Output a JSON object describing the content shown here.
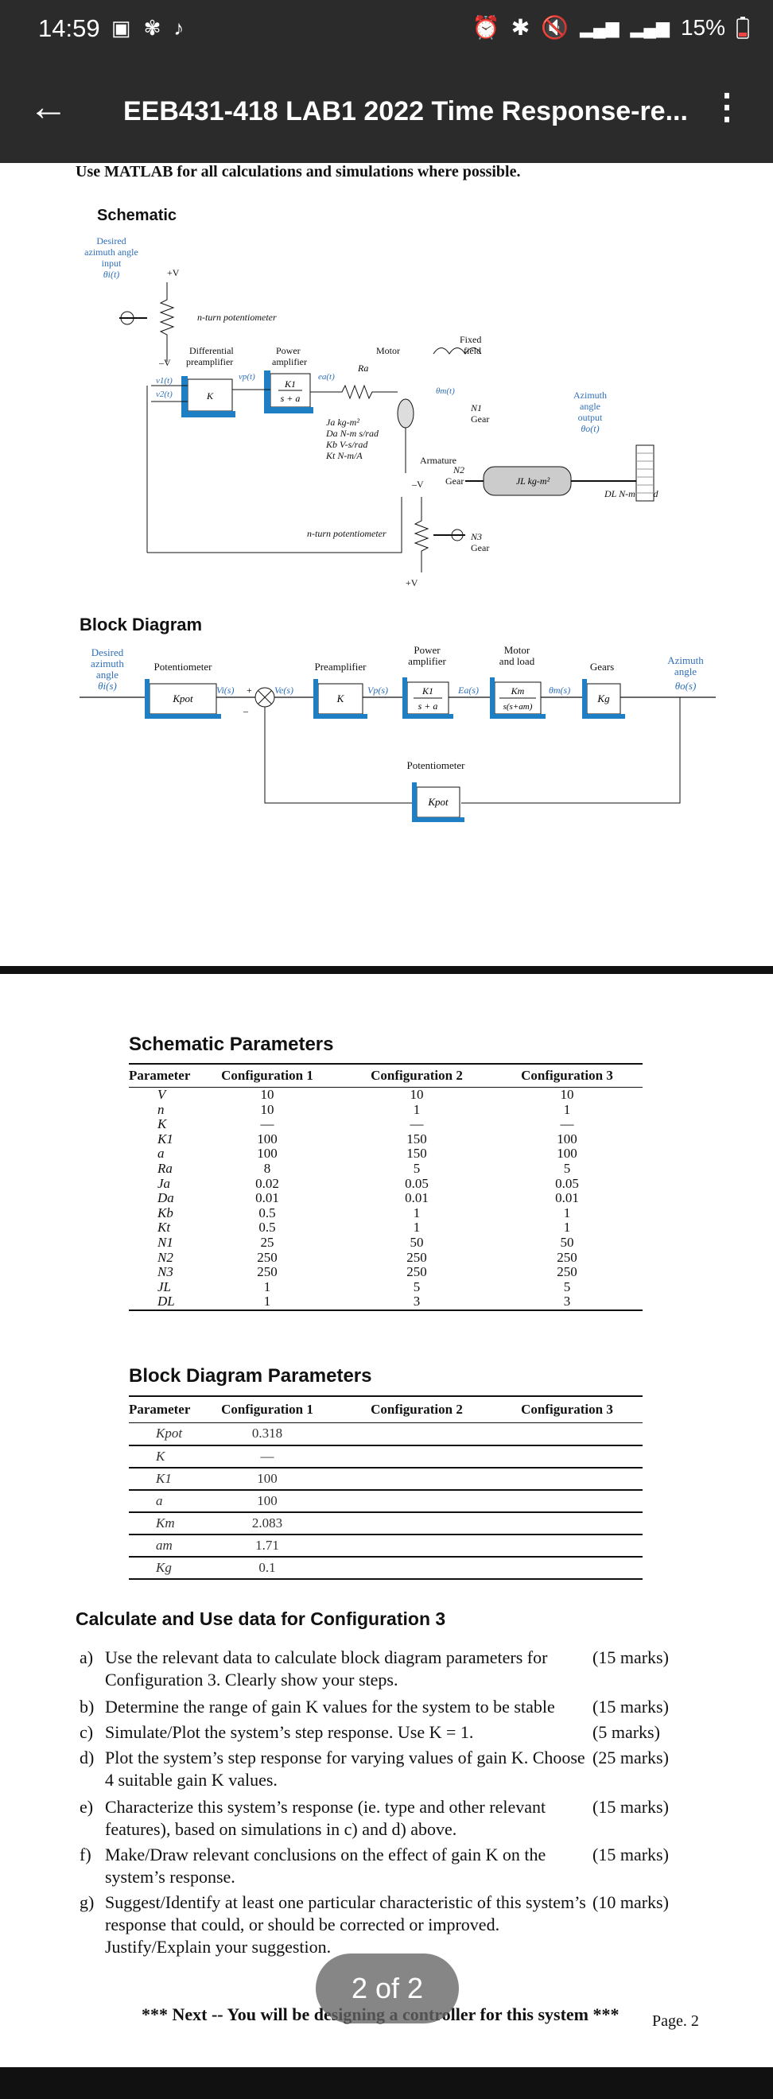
{
  "status_bar": {
    "time": "14:59",
    "battery": "15%",
    "icons": [
      "image-icon",
      "pinwheel-icon",
      "tiktok-icon",
      "alarm-icon",
      "bluetooth-icon",
      "mute-icon",
      "signal-icon",
      "signal-icon",
      "battery-icon"
    ]
  },
  "app_bar": {
    "title": "EEB431-418 LAB1 2022 Time Response-re...",
    "back_icon": "back-arrow-icon",
    "menu_icon": "more-vert-icon"
  },
  "page1": {
    "matlab_note": "Use MATLAB for all calculations and simulations where possible.",
    "schematic": {
      "title": "Schematic",
      "labels": {
        "desired_input": [
          "Desired",
          "azimuth angle",
          "input",
          "θi(t)"
        ],
        "plus_v": "+V",
        "minus_v": "–V",
        "pot_top": "n-turn potentiometer",
        "diff_preamp": [
          "Differential",
          "preamplifier"
        ],
        "power_amp": [
          "Power",
          "amplifier"
        ],
        "motor": "Motor",
        "fixed_field": [
          "Fixed",
          "field"
        ],
        "vp": "vp(t)",
        "ea": "ea(t)",
        "ra": "Ra",
        "v1": "v1(t)",
        "v2": "v2(t)",
        "k": "K",
        "k1": "K1",
        "sa": "s + a",
        "thetam": "θm(t)",
        "ja": "Ja  kg-m²",
        "da": "Da  N-m s/rad",
        "kb": "Kb  V-s/rad",
        "kt": "Kt  N-m/A",
        "armature": "Armature",
        "n1": "N1",
        "n2": "N2",
        "n3": "N3",
        "gear": "Gear",
        "jl": "JL  kg-m²",
        "dl": "DL N-m-s/rad",
        "azimuth_output": [
          "Azimuth",
          "angle",
          "output",
          "θo(t)"
        ],
        "pot_bottom": "n-turn potentiometer",
        "plus_v_bottom": "+V"
      }
    },
    "block_diagram": {
      "title": "Block Diagram",
      "labels": {
        "desired": [
          "Desired",
          "azimuth",
          "angle",
          "θi(s)"
        ],
        "potentiometer": "Potentiometer",
        "kpot": "Kpot",
        "vi": "Vi(s)",
        "ve": "Ve(s)",
        "preamp": "Preamplifier",
        "k": "K",
        "vp": "Vp(s)",
        "power_amp": [
          "Power",
          "amplifier"
        ],
        "k1": "K1",
        "sa": "s + a",
        "ea": "Ea(s)",
        "motor_load": [
          "Motor",
          "and load"
        ],
        "km": "Km",
        "s_sam": "s(s+am)",
        "thetam": "θm(s)",
        "gears": "Gears",
        "kg": "Kg",
        "azimuth": [
          "Azimuth",
          "angle",
          "θo(s)"
        ],
        "feedback_pot": "Potentiometer",
        "feedback_kpot": "Kpot"
      }
    }
  },
  "page2": {
    "schematic_params": {
      "title": "Schematic Parameters",
      "headers": [
        "Parameter",
        "Configuration 1",
        "Configuration 2",
        "Configuration 3"
      ],
      "rows": [
        [
          "V",
          "10",
          "10",
          "10"
        ],
        [
          "n",
          "10",
          "1",
          "1"
        ],
        [
          "K",
          "—",
          "—",
          "—"
        ],
        [
          "K1",
          "100",
          "150",
          "100"
        ],
        [
          "a",
          "100",
          "150",
          "100"
        ],
        [
          "Ra",
          "8",
          "5",
          "5"
        ],
        [
          "Ja",
          "0.02",
          "0.05",
          "0.05"
        ],
        [
          "Da",
          "0.01",
          "0.01",
          "0.01"
        ],
        [
          "Kb",
          "0.5",
          "1",
          "1"
        ],
        [
          "Kt",
          "0.5",
          "1",
          "1"
        ],
        [
          "N1",
          "25",
          "50",
          "50"
        ],
        [
          "N2",
          "250",
          "250",
          "250"
        ],
        [
          "N3",
          "250",
          "250",
          "250"
        ],
        [
          "JL",
          "1",
          "5",
          "5"
        ],
        [
          "DL",
          "1",
          "3",
          "3"
        ]
      ]
    },
    "block_params": {
      "title": "Block Diagram Parameters",
      "headers": [
        "Parameter",
        "Configuration 1",
        "Configuration 2",
        "Configuration 3"
      ],
      "rows": [
        [
          "Kpot",
          "0.318",
          "",
          ""
        ],
        [
          "K",
          "—",
          "",
          ""
        ],
        [
          "K1",
          "100",
          "",
          ""
        ],
        [
          "a",
          "100",
          "",
          ""
        ],
        [
          "Km",
          "2.083",
          "",
          ""
        ],
        [
          "am",
          "1.71",
          "",
          ""
        ],
        [
          "Kg",
          "0.1",
          "",
          ""
        ]
      ]
    },
    "questions": {
      "title": "Calculate and Use data for Configuration 3",
      "items": [
        {
          "label": "a)",
          "text": "Use the relevant data to calculate block diagram parameters for Configuration 3. Clearly show your steps.",
          "marks": "(15 marks)"
        },
        {
          "label": "b)",
          "text": "Determine the range of gain K values for the system to be stable",
          "marks": "(15 marks)"
        },
        {
          "label": "c)",
          "text": "Simulate/Plot the system’s step response. Use K = 1.",
          "marks": "(5 marks)"
        },
        {
          "label": "d)",
          "text": "Plot the system’s step response for varying values of gain K. Choose 4 suitable gain K values.",
          "marks": "(25 marks)"
        },
        {
          "label": "e)",
          "text": "Characterize this system’s response (ie. type and other relevant features), based on simulations in c) and d) above.",
          "marks": "(15 marks)"
        },
        {
          "label": "f)",
          "text": "Make/Draw relevant conclusions on the effect of gain K on the system’s response.",
          "marks": "(15 marks)"
        },
        {
          "label": "g)",
          "text": "Suggest/Identify at least one particular characteristic of this system’s response that could, or should be corrected or improved. Justify/Explain your suggestion.",
          "marks": "(10 marks)"
        }
      ]
    },
    "footer": "*** Next -- You will be designing a controller for this system ***",
    "page_label": "Page. 2"
  },
  "page_indicator": "2 of 2",
  "colors": {
    "bar": "#2b2b2b",
    "block_blue": "#1f7fc4",
    "label_blue": "#2f6fb8"
  }
}
